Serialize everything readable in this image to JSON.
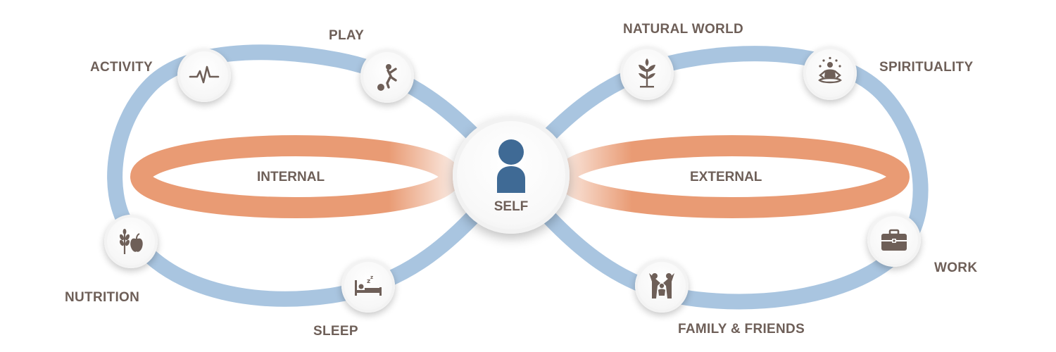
{
  "colors": {
    "loop": "#a9c5e0",
    "ring": "#e99b74",
    "text": "#6e5f58",
    "icon": "#6e5f58",
    "self_icon": "#3f6a95"
  },
  "center": {
    "label": "SELF",
    "icon": "person-icon"
  },
  "rings": {
    "left": {
      "label": "INTERNAL"
    },
    "right": {
      "label": "EXTERNAL"
    }
  },
  "nodes": {
    "activity": {
      "label": "ACTIVITY",
      "icon": "heartbeat-icon"
    },
    "play": {
      "label": "PLAY",
      "icon": "child-ball-icon"
    },
    "nutrition": {
      "label": "NUTRITION",
      "icon": "wheat-apple-icon"
    },
    "sleep": {
      "label": "SLEEP",
      "icon": "bed-icon"
    },
    "natural_world": {
      "label": "NATURAL WORLD",
      "icon": "plant-icon"
    },
    "spirituality": {
      "label": "SPIRITUALITY",
      "icon": "meditation-icon"
    },
    "work": {
      "label": "WORK",
      "icon": "briefcase-icon"
    },
    "family_friends": {
      "label": "FAMILY & FRIENDS",
      "icon": "family-icon"
    }
  }
}
